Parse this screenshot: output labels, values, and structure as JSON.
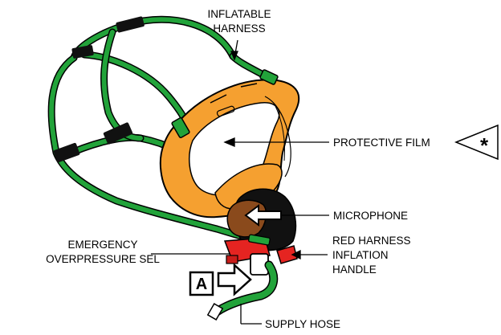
{
  "labels": {
    "inflatable_harness": [
      "INFLATABLE",
      "HARNESS"
    ],
    "protective_film": "PROTECTIVE FILM",
    "microphone": "MICROPHONE",
    "emergency_overpressure": [
      "EMERGENCY",
      "OVERPRESSURE SEL"
    ],
    "red_harness_inflation": [
      "RED HARNESS",
      "INFLATION",
      "HANDLE"
    ],
    "supply_hose": "SUPPLY HOSE"
  },
  "callouts": {
    "view_letter": "A",
    "note_symbol": "*"
  },
  "colors": {
    "harness_green": "#22a33a",
    "mask_orange": "#f5a030",
    "microphone_brown": "#8a4a1c",
    "handle_red": "#e52421",
    "strap_black": "#111111",
    "outline": "#000000"
  }
}
